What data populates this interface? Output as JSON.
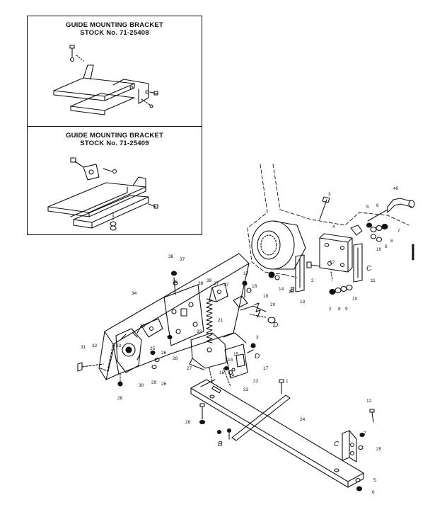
{
  "insets": [
    {
      "title_line1": "GUIDE MOUNTING BRACKET",
      "title_line2": "STOCK No. 71-25408"
    },
    {
      "title_line1": "GUIDE MOUNTING BRACKET",
      "title_line2": "STOCK No. 71-25409"
    }
  ],
  "callouts": [
    {
      "id": "c1",
      "text": "1"
    },
    {
      "id": "c2",
      "text": "2"
    },
    {
      "id": "c3",
      "text": "3"
    },
    {
      "id": "c4",
      "text": "4"
    },
    {
      "id": "c5",
      "text": "5"
    },
    {
      "id": "c6",
      "text": "6"
    },
    {
      "id": "c7",
      "text": "7"
    },
    {
      "id": "c8",
      "text": "8"
    },
    {
      "id": "c9",
      "text": "9"
    },
    {
      "id": "c10",
      "text": "10"
    },
    {
      "id": "c11",
      "text": "11"
    },
    {
      "id": "c12",
      "text": "12"
    },
    {
      "id": "c13",
      "text": "13"
    },
    {
      "id": "c14",
      "text": "14"
    },
    {
      "id": "c15",
      "text": "15"
    },
    {
      "id": "c16",
      "text": "16"
    },
    {
      "id": "c17",
      "text": "17"
    },
    {
      "id": "c18",
      "text": "18"
    },
    {
      "id": "c19",
      "text": "19"
    },
    {
      "id": "c20",
      "text": "20"
    },
    {
      "id": "c21",
      "text": "21"
    },
    {
      "id": "c22",
      "text": "22"
    },
    {
      "id": "c23",
      "text": "23"
    },
    {
      "id": "c24",
      "text": "24"
    },
    {
      "id": "c25",
      "text": "25"
    },
    {
      "id": "c26",
      "text": "26"
    },
    {
      "id": "c27",
      "text": "27"
    },
    {
      "id": "c28",
      "text": "28"
    },
    {
      "id": "c29",
      "text": "29"
    },
    {
      "id": "c30",
      "text": "30"
    },
    {
      "id": "c31",
      "text": "31"
    },
    {
      "id": "c32",
      "text": "32"
    },
    {
      "id": "c33",
      "text": "33"
    },
    {
      "id": "c34",
      "text": "34"
    },
    {
      "id": "c35",
      "text": "35"
    },
    {
      "id": "c36",
      "text": "36"
    },
    {
      "id": "c37",
      "text": "37"
    },
    {
      "id": "c38",
      "text": "38"
    },
    {
      "id": "c39",
      "text": "39"
    },
    {
      "id": "c40",
      "text": "40"
    }
  ],
  "letters": {
    "b": "B",
    "c": "C",
    "d": "D"
  }
}
